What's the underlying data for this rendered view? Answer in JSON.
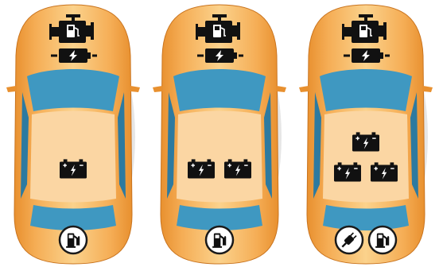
{
  "colors": {
    "body_light": "#fbd28c",
    "body_mid": "#f5ad55",
    "body_dark": "#e8902f",
    "cabin": "#fbd6a3",
    "glass": "#3f98c1",
    "glass_dark": "#2d7aa0",
    "icon_black": "#111111",
    "icon_white": "#ffffff",
    "outline": "#1a1a1a"
  },
  "cars": [
    {
      "name": "car-1",
      "front_icons": [
        "engine-icon",
        "battery-icon"
      ],
      "cabin_battery_rows": [
        1
      ],
      "bottom_badges": [
        "fuel-pump-icon"
      ]
    },
    {
      "name": "car-2",
      "front_icons": [
        "engine-icon",
        "battery-icon"
      ],
      "cabin_battery_rows": [
        2
      ],
      "bottom_badges": [
        "fuel-pump-icon"
      ]
    },
    {
      "name": "car-3",
      "front_icons": [
        "engine-icon",
        "battery-icon"
      ],
      "cabin_battery_rows": [
        1,
        2
      ],
      "bottom_badges": [
        "charging-plug-icon",
        "fuel-pump-icon"
      ]
    }
  ]
}
